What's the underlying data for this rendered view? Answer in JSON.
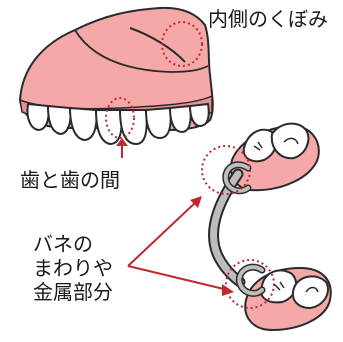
{
  "labels": {
    "inner_hollow": "内側のくぼみ",
    "tooth_gap": "歯と歯の間",
    "spring_lines": [
      "バネの",
      "まわりや",
      "金属部分"
    ]
  },
  "colors": {
    "gum": "#f5a8a8",
    "gum_dark": "#ee8f8f",
    "tooth": "#ffffff",
    "outline": "#2a2a2a",
    "metal": "#bdbdbd",
    "accent": "#c1272d"
  }
}
